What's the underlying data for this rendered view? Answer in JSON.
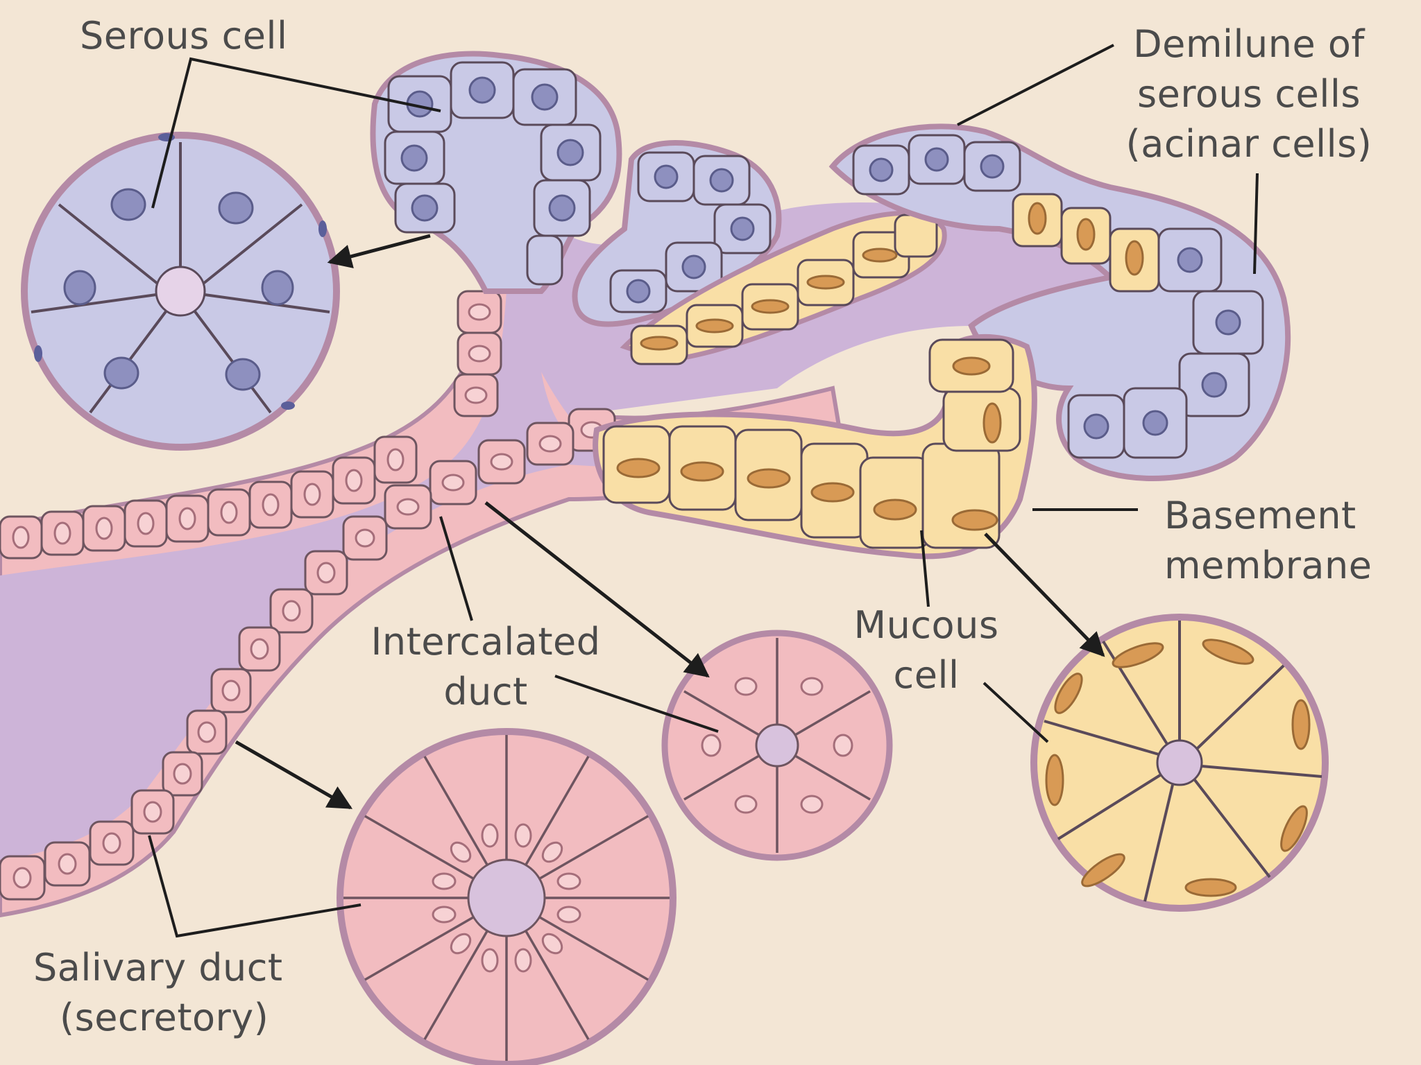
{
  "labels": {
    "serous_cell": "Serous cell",
    "demilune_line1": "Demilune of",
    "demilune_line2": "serous cells",
    "demilune_line3": "(acinar cells)",
    "basement_line1": "Basement",
    "basement_line2": "membrane",
    "mucous_line1": "Mucous",
    "mucous_line2": "cell",
    "intercalated_line1": "Intercalated",
    "intercalated_line2": "duct",
    "salivary_line1": "Salivary duct",
    "salivary_line2": "(secretory)"
  },
  "colors": {
    "background": "#f3e6d5",
    "lumen": "#cdb4d8",
    "serous_cell": "#c9c9e6",
    "serous_nucleus": "#8e90bf",
    "mucous_cell": "#f9dfa6",
    "mucous_nucleus": "#d89a55",
    "duct_cell": "#f2bcc0",
    "duct_nucleus": "#e39aa2",
    "basement_membrane": "#b48aa6",
    "outline": "#5a4a5a",
    "arrow": "#1d1d1d"
  }
}
